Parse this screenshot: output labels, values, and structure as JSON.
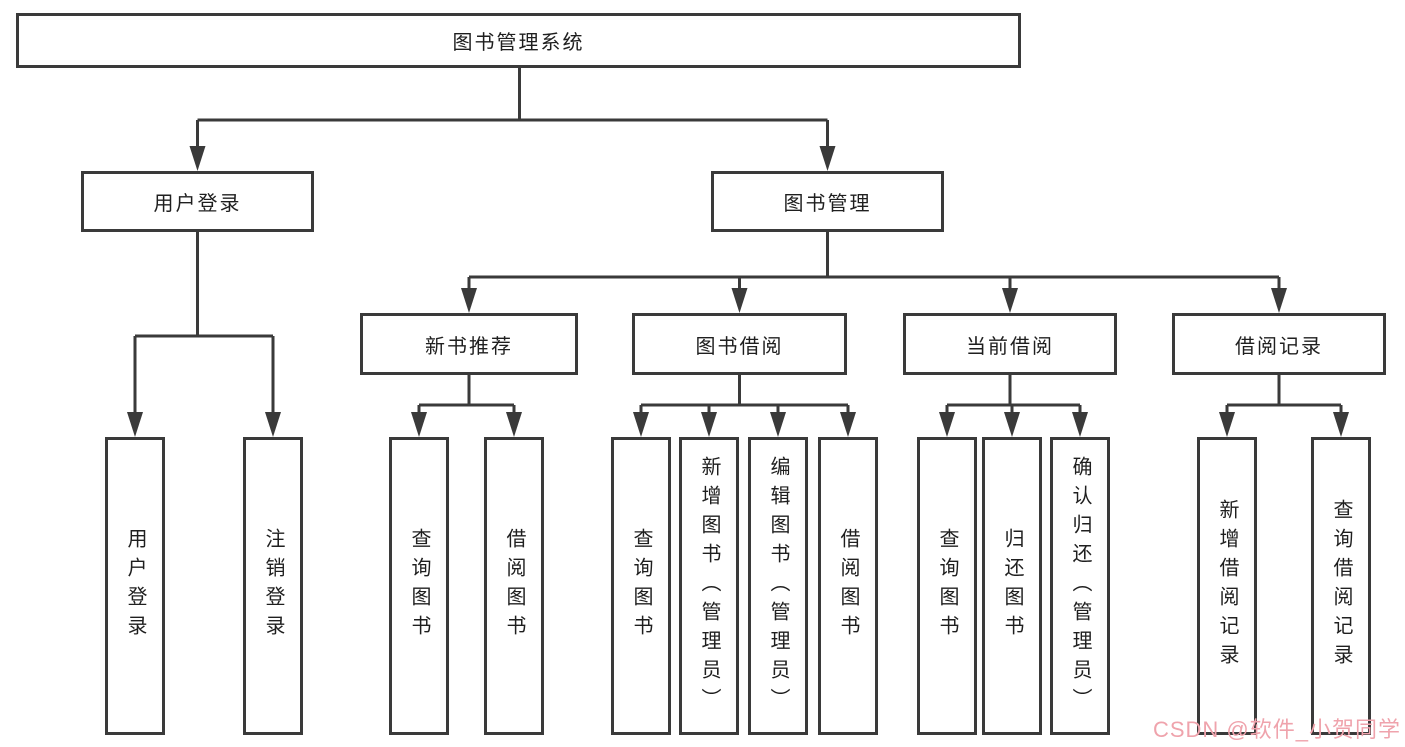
{
  "tree": {
    "root": {
      "label": "图书管理系统",
      "children": [
        {
          "label": "用户登录",
          "children": [
            {
              "label": "用户登录"
            },
            {
              "label": "注销登录"
            }
          ]
        },
        {
          "label": "图书管理",
          "children": [
            {
              "label": "新书推荐",
              "children": [
                {
                  "label": "查询图书"
                },
                {
                  "label": "借阅图书"
                }
              ]
            },
            {
              "label": "图书借阅",
              "children": [
                {
                  "label": "查询图书"
                },
                {
                  "label": "新增图书（管理员）"
                },
                {
                  "label": "编辑图书（管理员）"
                },
                {
                  "label": "借阅图书"
                }
              ]
            },
            {
              "label": "当前借阅",
              "children": [
                {
                  "label": "查询图书"
                },
                {
                  "label": "归还图书"
                },
                {
                  "label": "确认归还（管理员）"
                }
              ]
            },
            {
              "label": "借阅记录",
              "children": [
                {
                  "label": "新增借阅记录"
                },
                {
                  "label": "查询借阅记录"
                }
              ]
            }
          ]
        }
      ]
    }
  },
  "watermark": {
    "text": "CSDN @软件_小贺同学",
    "color": "#efa3ac"
  },
  "colors": {
    "background": "#ffffff",
    "box_border": "#3a3a3a",
    "connector_line": "#3a3a3a",
    "text": "#1f1f1f"
  }
}
